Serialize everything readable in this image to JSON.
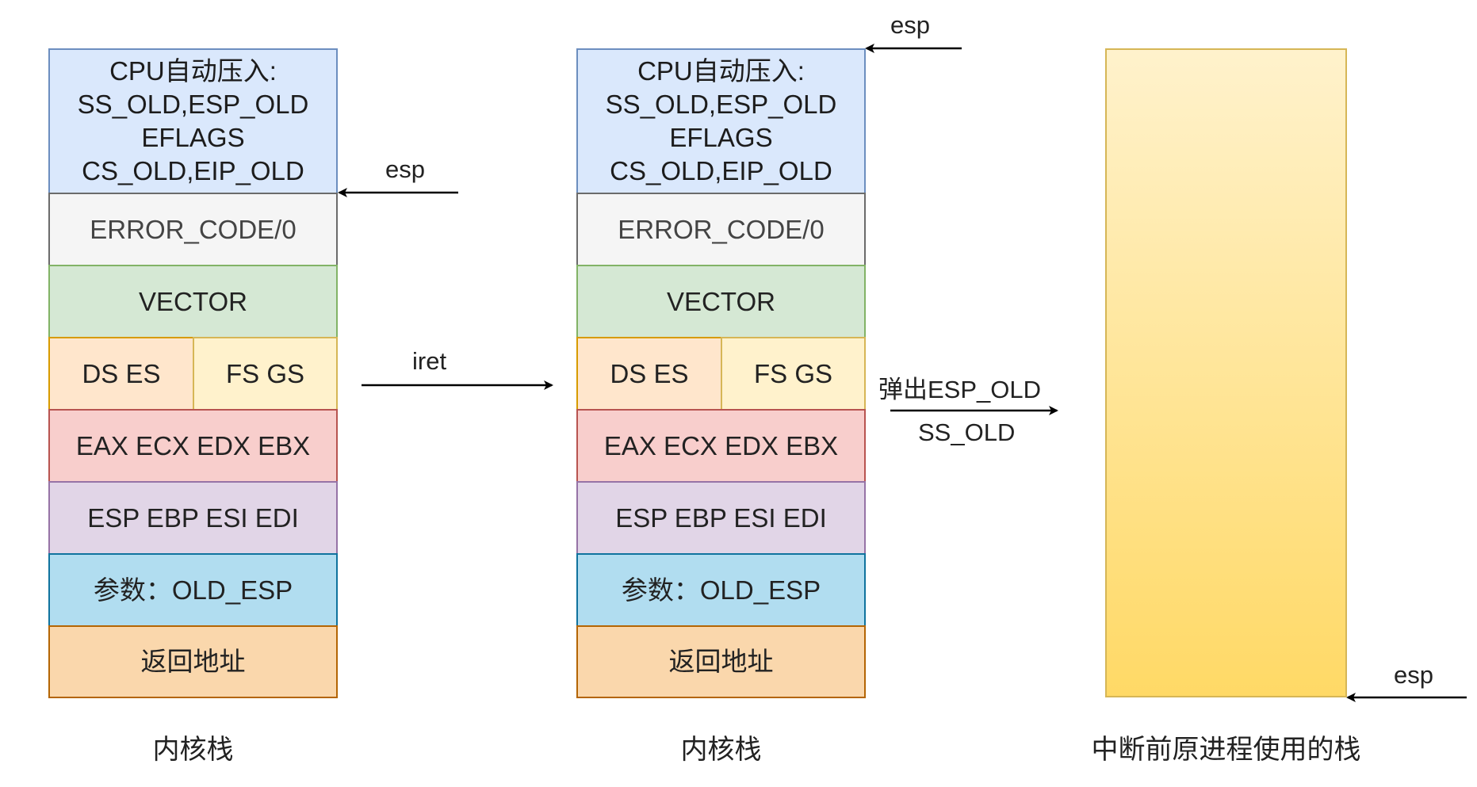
{
  "stack1": {
    "cpu_push": "CPU自动压入:\nSS_OLD,ESP_OLD\nEFLAGS\nCS_OLD,EIP_OLD",
    "error_code": "ERROR_CODE/0",
    "vector": "VECTOR",
    "ds_es": "DS ES",
    "fs_gs": "FS GS",
    "gp_regs_1": "EAX ECX EDX EBX",
    "gp_regs_2": "ESP EBP ESI EDI",
    "param": "参数：OLD_ESP",
    "return_addr": "返回地址",
    "caption": "内核栈",
    "esp_label": "esp"
  },
  "stack2": {
    "cpu_push": "CPU自动压入:\nSS_OLD,ESP_OLD\nEFLAGS\nCS_OLD,EIP_OLD",
    "error_code": "ERROR_CODE/0",
    "vector": "VECTOR",
    "ds_es": "DS ES",
    "fs_gs": "FS GS",
    "gp_regs_1": "EAX ECX EDX EBX",
    "gp_regs_2": "ESP EBP ESI EDI",
    "param": "参数：OLD_ESP",
    "return_addr": "返回地址",
    "caption": "内核栈",
    "esp_label": "esp"
  },
  "transition1": {
    "label": "iret"
  },
  "transition2": {
    "label_top": "弹出ESP_OLD",
    "label_bottom": "SS_OLD"
  },
  "stack3": {
    "caption": "中断前原进程使用的栈",
    "esp_label": "esp"
  },
  "colors": {
    "cpu_push": "#dae8fc",
    "error_code": "#f5f5f5",
    "vector": "#d5e8d4",
    "ds_es": "#ffe6cc",
    "fs_gs": "#fff2cc",
    "gp_regs_1": "#f8cecc",
    "gp_regs_2": "#e1d5e7",
    "param": "#b1ddf0",
    "return_addr": "#fad7ac",
    "user_stack_top": "#fff2cc",
    "user_stack_bottom": "#ffd966"
  }
}
